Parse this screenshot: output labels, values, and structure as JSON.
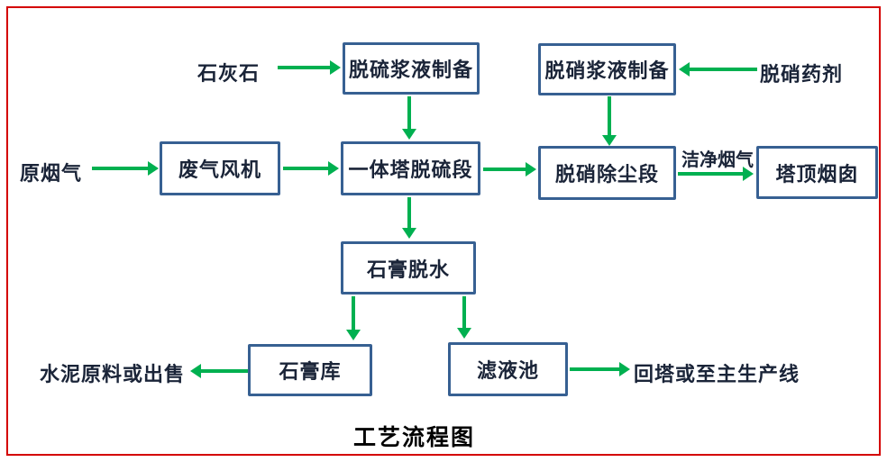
{
  "diagram": {
    "title": "工艺流程图",
    "nodes": {
      "desulf_slurry": "脱硫浆液制备",
      "denit_slurry": "脱硝浆液制备",
      "fan": "废气风机",
      "tower_desulf": "一体塔脱硫段",
      "denit_dust": "脱硝除尘段",
      "chimney": "塔顶烟囱",
      "gypsum_dewater": "石膏脱水",
      "gypsum_store": "石膏库",
      "filtrate_pool": "滤液池"
    },
    "labels": {
      "limestone": "石灰石",
      "raw_flue_gas": "原烟气",
      "denit_agent": "脱硝药剂",
      "clean_flue_gas": "洁净烟气",
      "cement_or_sale": "水泥原料或出售",
      "to_tower_or_line": "回塔或至主生产线"
    },
    "colors": {
      "frame_red": "#d40000",
      "box_border": "#376092",
      "arrow_green": "#00b050",
      "text_dark": "#1a2438",
      "title_black": "#000000"
    }
  }
}
